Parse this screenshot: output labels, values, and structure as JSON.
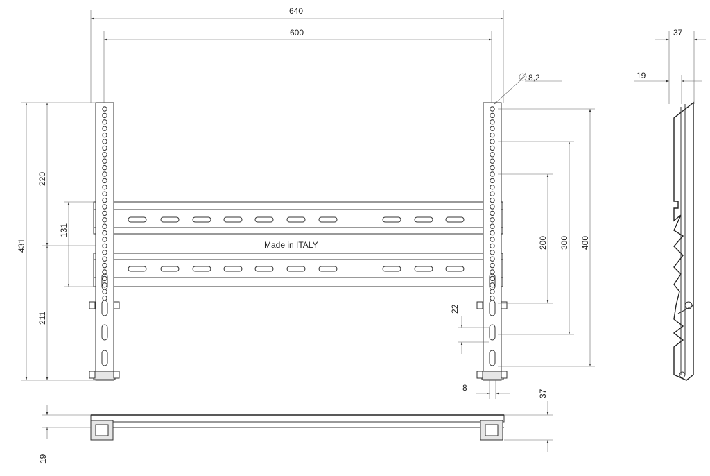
{
  "drawing": {
    "dimensions": {
      "overall_width": "640",
      "hole_span": "600",
      "hole_diameter": "8,2",
      "side_depth_top": "37",
      "side_offset": "19",
      "height_total": "431",
      "height_upper": "220",
      "height_lower": "211",
      "rail_spacing": "131",
      "vesa_200": "200",
      "vesa_300": "300",
      "vesa_400": "400",
      "slot_pitch": "22",
      "slot_width": "8",
      "bottom_depth": "37",
      "bottom_offset": "19"
    },
    "inscription": "Made in ITALY"
  }
}
